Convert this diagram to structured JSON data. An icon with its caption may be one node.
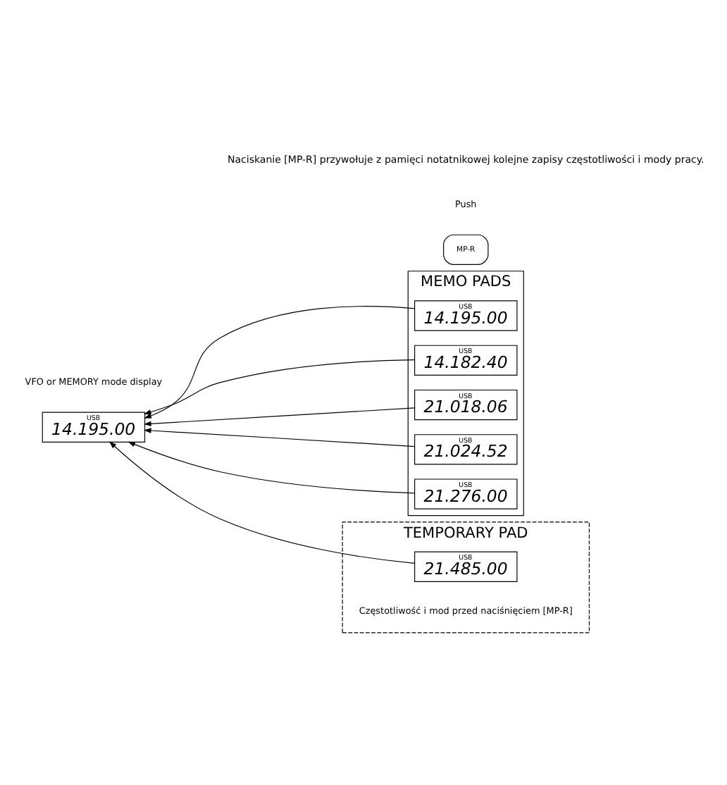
{
  "diagram": {
    "nodes": [
      {
        "text": [
          "MEMO PADS"
        ]
      },
      {
        "text": [
          "USB",
          "14.195.00"
        ],
        "in": 0
      },
      {
        "text": [
          "USB",
          "14.182.40"
        ],
        "in": 0
      },
      {
        "text": [
          "USB",
          "21.018.06"
        ],
        "in": 0
      },
      {
        "text": [
          "USB",
          "21.024.52"
        ],
        "in": 0
      },
      {
        "text": [
          "USB",
          "21.276.00"
        ],
        "in": 0
      },
      {
        "text": [
          "TEMPORARY PAD"
        ]
      },
      {
        "text": [
          "USB",
          "21.485.00"
        ],
        "in": 6,
        "beside": [
          "Częstotliwość i mod przed naciśnięciem [MP-R]"
        ]
      },
      {
        "text": [
          "USB",
          "14.195.00"
        ],
        "beside": [
          "VFO or MEMORY mode display"
        ]
      },
      {
        "text": [
          "MP-R"
        ],
        "beside": [
          "Push"
        ]
      }
    ],
    "edges": [
      {
        "from": 1,
        "to": 8,
        "arrow": "to"
      },
      {
        "from": 2,
        "to": 8,
        "arrow": "to"
      },
      {
        "from": 3,
        "to": 8,
        "arrow": "to"
      },
      {
        "from": 4,
        "to": 8,
        "arrow": "to"
      },
      {
        "from": 5,
        "to": 8,
        "arrow": "to"
      },
      {
        "from": 7,
        "to": 8,
        "arrow": "to"
      }
    ],
    "labels": [
      "Naciskanie [MP-R] przywołuje z pamięci notatnikowej kolejne zapisy częstotliwości i mody pracy."
    ]
  }
}
